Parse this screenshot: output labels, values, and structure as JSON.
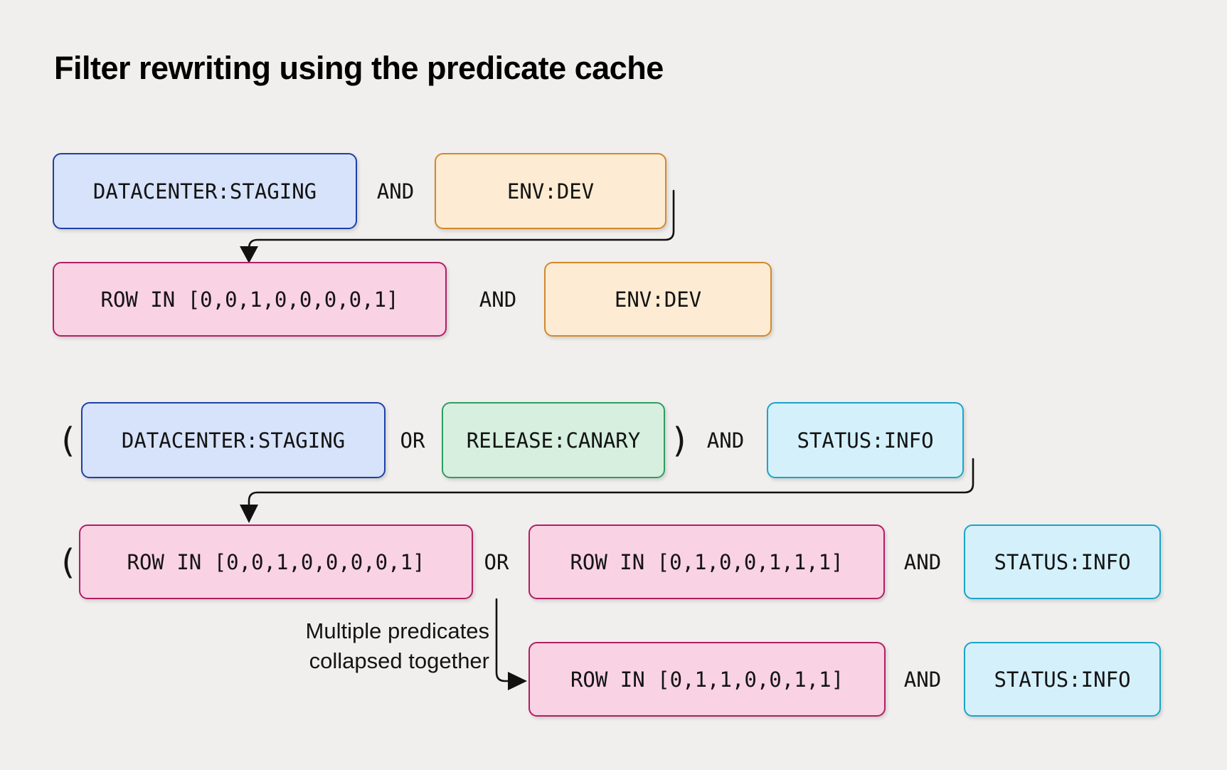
{
  "title": "Filter rewriting using the predicate cache",
  "colors": {
    "background": "#f0efed",
    "connector": "#111111",
    "blue-fill": "#d7e3fa",
    "blue-border": "#1e40a8",
    "orange-fill": "#fdecd3",
    "orange-border": "#d3882a",
    "pink-fill": "#f9d2e3",
    "pink-border": "#b21e66",
    "green-fill": "#d6efde",
    "green-border": "#2f9e60",
    "cyan-fill": "#d4f1fb",
    "cyan-border": "#1ba4ca"
  },
  "expr1": {
    "left": "DATACENTER:STAGING",
    "op": "AND",
    "right": "ENV:DEV"
  },
  "expr1_rewritten": {
    "left": "ROW IN [0,0,1,0,0,0,0,1]",
    "op": "AND",
    "right": "ENV:DEV"
  },
  "expr2": {
    "open_paren": "(",
    "left": "DATACENTER:STAGING",
    "op1": "OR",
    "mid": "RELEASE:CANARY",
    "close_paren": ")",
    "op2": "AND",
    "right": "STATUS:INFO"
  },
  "expr2_rewritten": {
    "open_paren": "(",
    "left": "ROW IN [0,0,1,0,0,0,0,1]",
    "op1": "OR",
    "mid": "ROW IN [0,1,0,0,1,1,1]",
    "op2": "AND",
    "right": "STATUS:INFO"
  },
  "expr2_collapsed": {
    "left": "ROW IN [0,1,1,0,0,1,1]",
    "op": "AND",
    "right": "STATUS:INFO"
  },
  "annotation": {
    "line1": "Multiple predicates",
    "line2": "collapsed together"
  }
}
